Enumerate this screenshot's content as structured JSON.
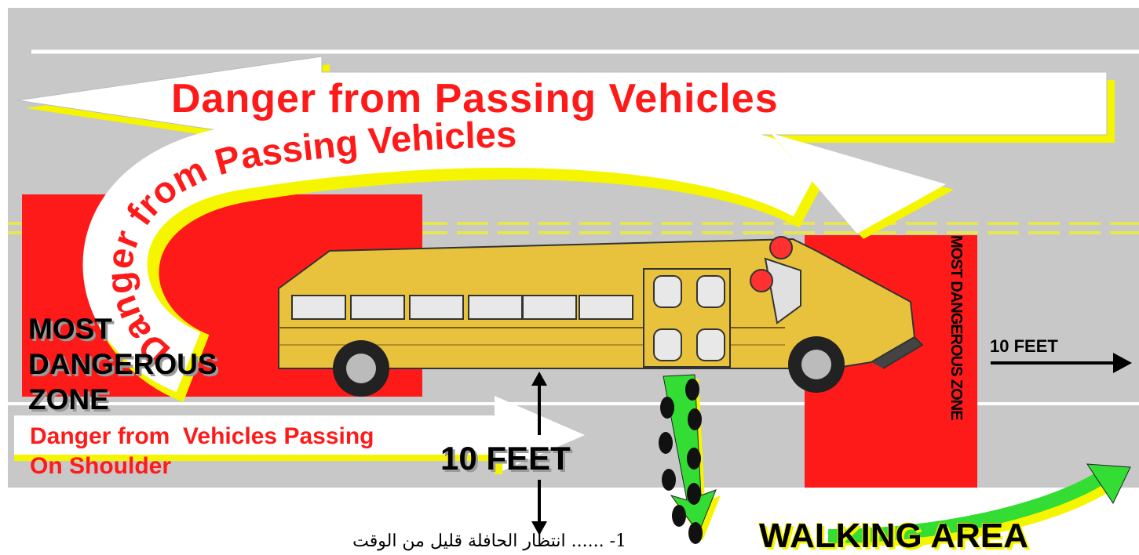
{
  "diagram": {
    "top_arrow_label": "Danger from Passing Vehicles",
    "curved_arrow_label": "Danger from Passing Vehicles",
    "left_zone_label": [
      "MOST",
      "DANGEROUS",
      "ZONE"
    ],
    "shoulder_arrow_label": [
      "Danger from  Vehicles Passing",
      "On Shoulder"
    ],
    "right_zone_label": "MOST DANGEROUS ZONE",
    "side_distance_label": "10 FEET",
    "front_distance_label": "10 FEET",
    "walking_label": "WALKING AREA",
    "footnote": "1- ...... انتظار الحافلة قليل من الوقت"
  },
  "colors": {
    "road": "#c8c8c8",
    "danger_zone": "#ff1a1a",
    "bus_body": "#e8c23c",
    "arrow_fill": "#ffffff",
    "arrow_shadow": "#f5f500",
    "walking_arrow": "#33dd33"
  },
  "icons": [
    "school-bus-icon",
    "footprints-icon",
    "arrow-right-icon",
    "arrow-up-down-icon"
  ]
}
